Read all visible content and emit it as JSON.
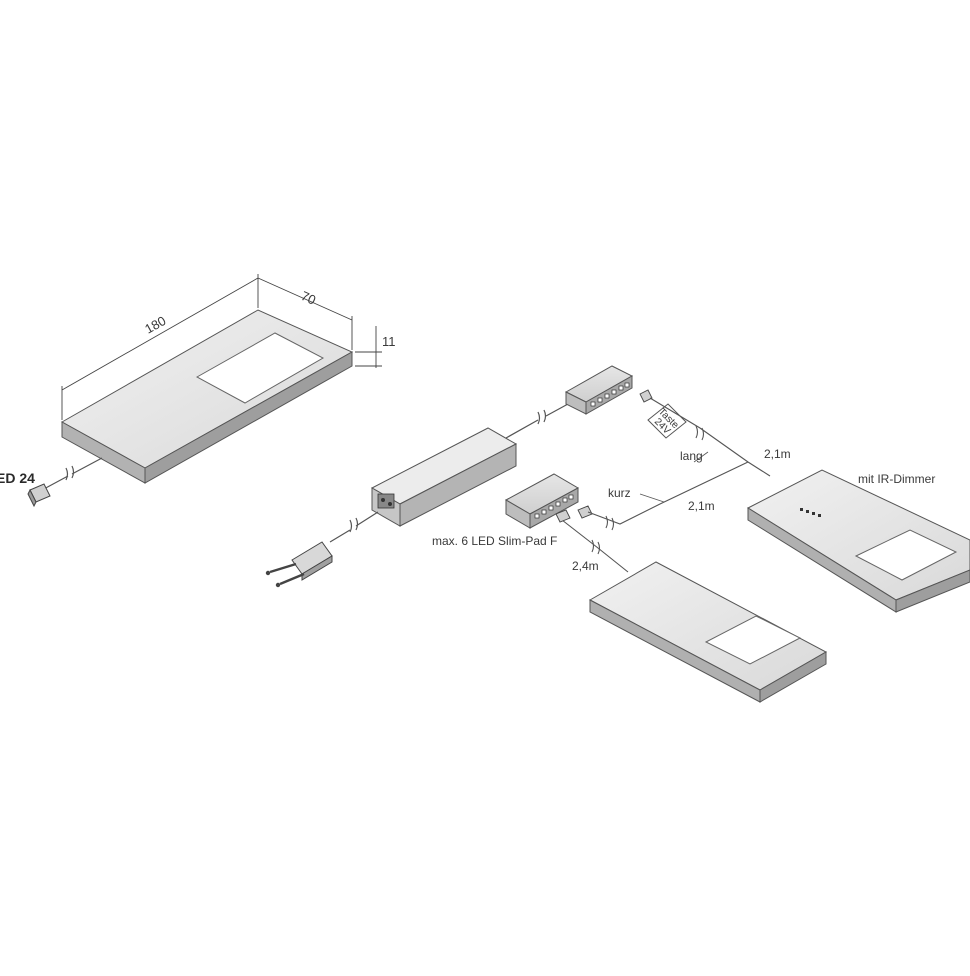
{
  "labels": {
    "left_product": "ED 24",
    "dim_length": "180",
    "dim_width": "70",
    "dim_height": "11",
    "max_pads": "max. 6 LED Slim-Pad F",
    "mit_dimmer": "mit IR-Dimmer",
    "lang": "lang",
    "kurz": "kurz",
    "len_lang": "2,1m",
    "len_kurz": "2,1m",
    "len_bottom": "2,4m",
    "tag_line1": "Taste",
    "tag_line2": "24V"
  }
}
